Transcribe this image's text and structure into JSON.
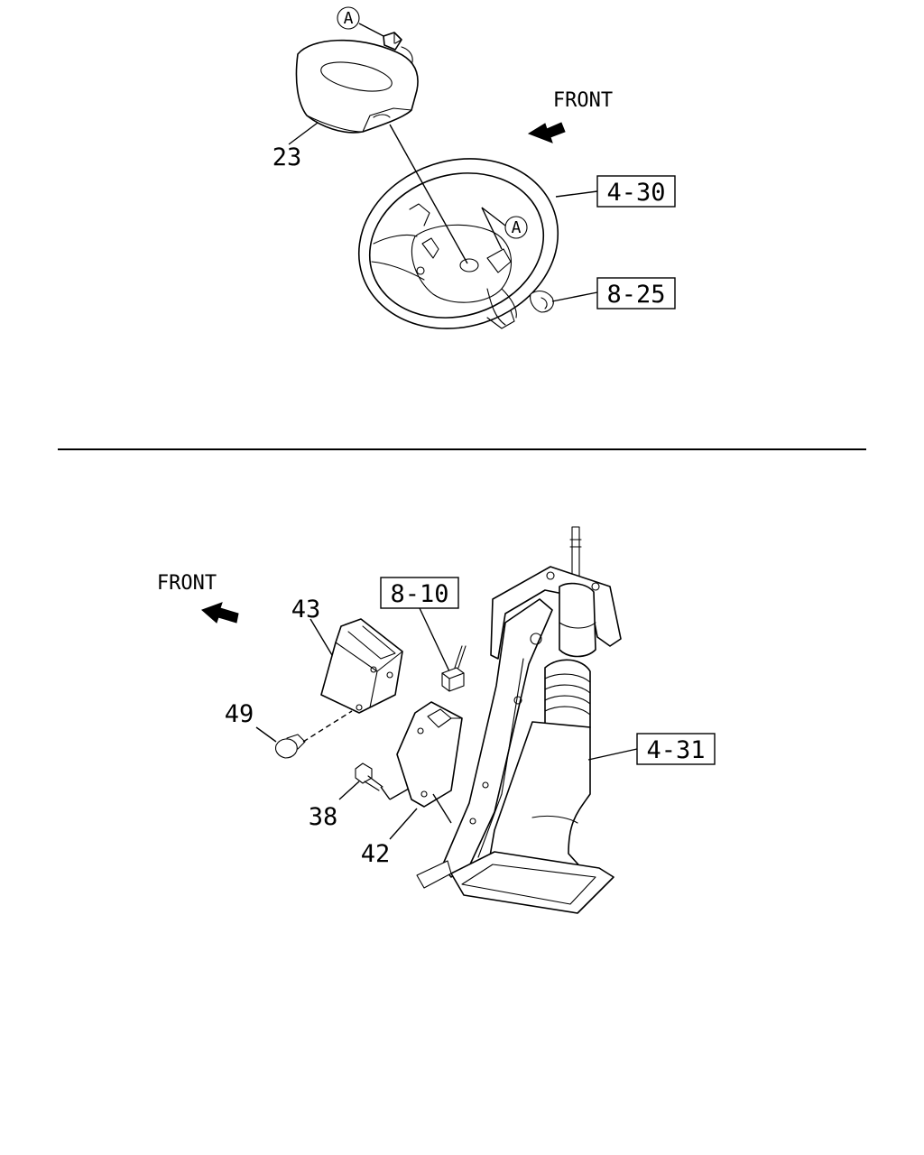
{
  "upper": {
    "front_label": "FRONT",
    "connector_ref": "A",
    "part_airbag": "23",
    "ref_wheel": "4-30",
    "ref_switch": "8-25"
  },
  "lower": {
    "front_label": "FRONT",
    "part_bracket_cover": "43",
    "part_clip": "49",
    "part_bolt": "38",
    "part_bracket": "42",
    "ref_relay": "8-10",
    "ref_column": "4-31"
  }
}
